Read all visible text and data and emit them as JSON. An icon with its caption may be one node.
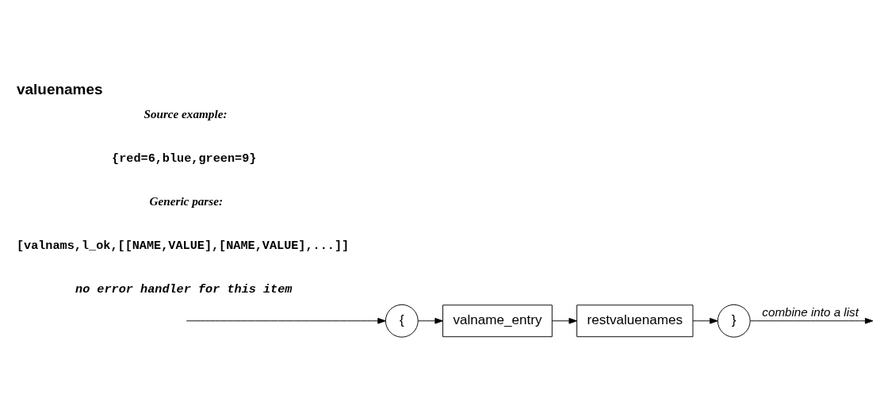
{
  "diagram": {
    "title": "valuenames",
    "nodes": [
      {
        "text": [
          "{"
        ]
      },
      {
        "text": [
          "valname_entry"
        ]
      },
      {
        "text": [
          "restvaluenames"
        ]
      },
      {
        "text": [
          "}"
        ]
      }
    ],
    "edges": [
      {
        "from": null,
        "to": 0,
        "arrow": "to"
      },
      {
        "from": 0,
        "to": 1,
        "arrow": "to"
      },
      {
        "from": 1,
        "to": 2,
        "arrow": "to"
      },
      {
        "from": 2,
        "to": 3,
        "arrow": "to"
      },
      {
        "from": 3,
        "to": null,
        "arrow": "to",
        "label": "combine into a list"
      }
    ],
    "labels": [
      "Source example:",
      "{red=6,blue,green=9}",
      "Generic parse:",
      "[valnams,l_ok,[[NAME,VALUE],[NAME,VALUE],...]]",
      "no error handler for this item"
    ]
  }
}
